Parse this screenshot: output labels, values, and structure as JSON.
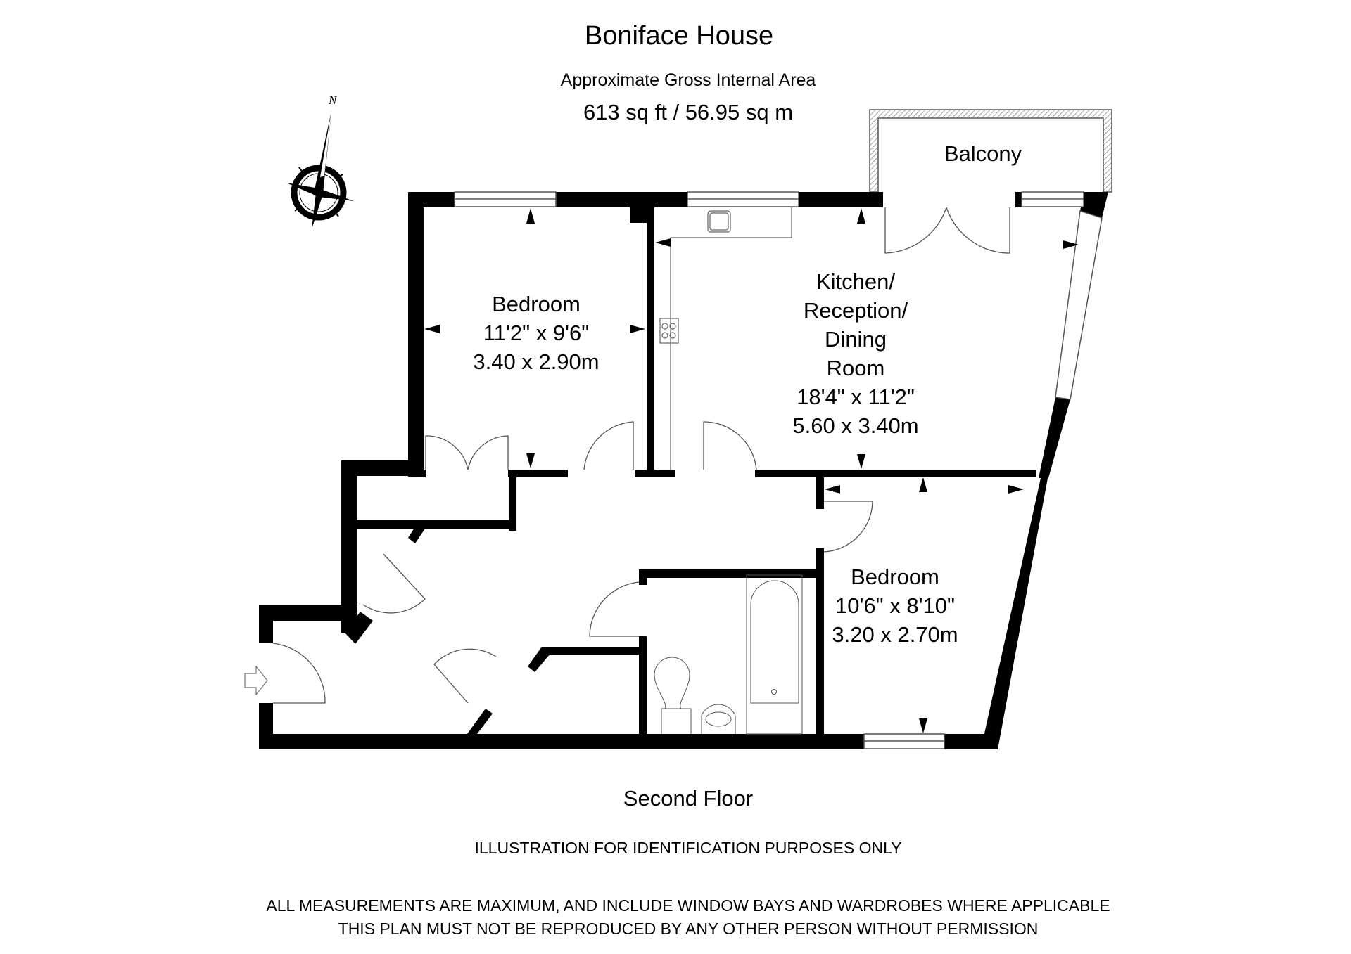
{
  "header": {
    "title": "Boniface House",
    "subtitle": "Approximate Gross Internal Area",
    "area": "613 sq ft  /  56.95 sq m"
  },
  "compass": {
    "label": "N",
    "icon": "north-arrow-compass-icon"
  },
  "rooms": [
    {
      "name": "Bedroom",
      "imperial": "11'2\" x 9'6\"",
      "metric": "3.40 x 2.90m"
    },
    {
      "name_lines": [
        "Kitchen/",
        "Reception/",
        "Dining",
        "Room"
      ],
      "imperial": "18'4\" x 11'2\"",
      "metric": "5.60 x 3.40m"
    },
    {
      "name": "Bedroom",
      "imperial": "10'6\" x 8'10\"",
      "metric": "3.20 x 2.70m"
    },
    {
      "name": "Balcony"
    }
  ],
  "footer": {
    "floor": "Second Floor",
    "disclaimer": "ILLUSTRATION FOR IDENTIFICATION PURPOSES ONLY",
    "notice_line1": "ALL MEASUREMENTS ARE MAXIMUM, AND INCLUDE WINDOW BAYS AND WARDROBES WHERE APPLICABLE",
    "notice_line2": "THIS PLAN MUST NOT BE REPRODUCED BY ANY OTHER PERSON WITHOUT PERMISSION"
  },
  "colors": {
    "wall": "#000000",
    "background": "#ffffff",
    "fixture_line": "#555555",
    "balcony_hatch": "#888888"
  }
}
